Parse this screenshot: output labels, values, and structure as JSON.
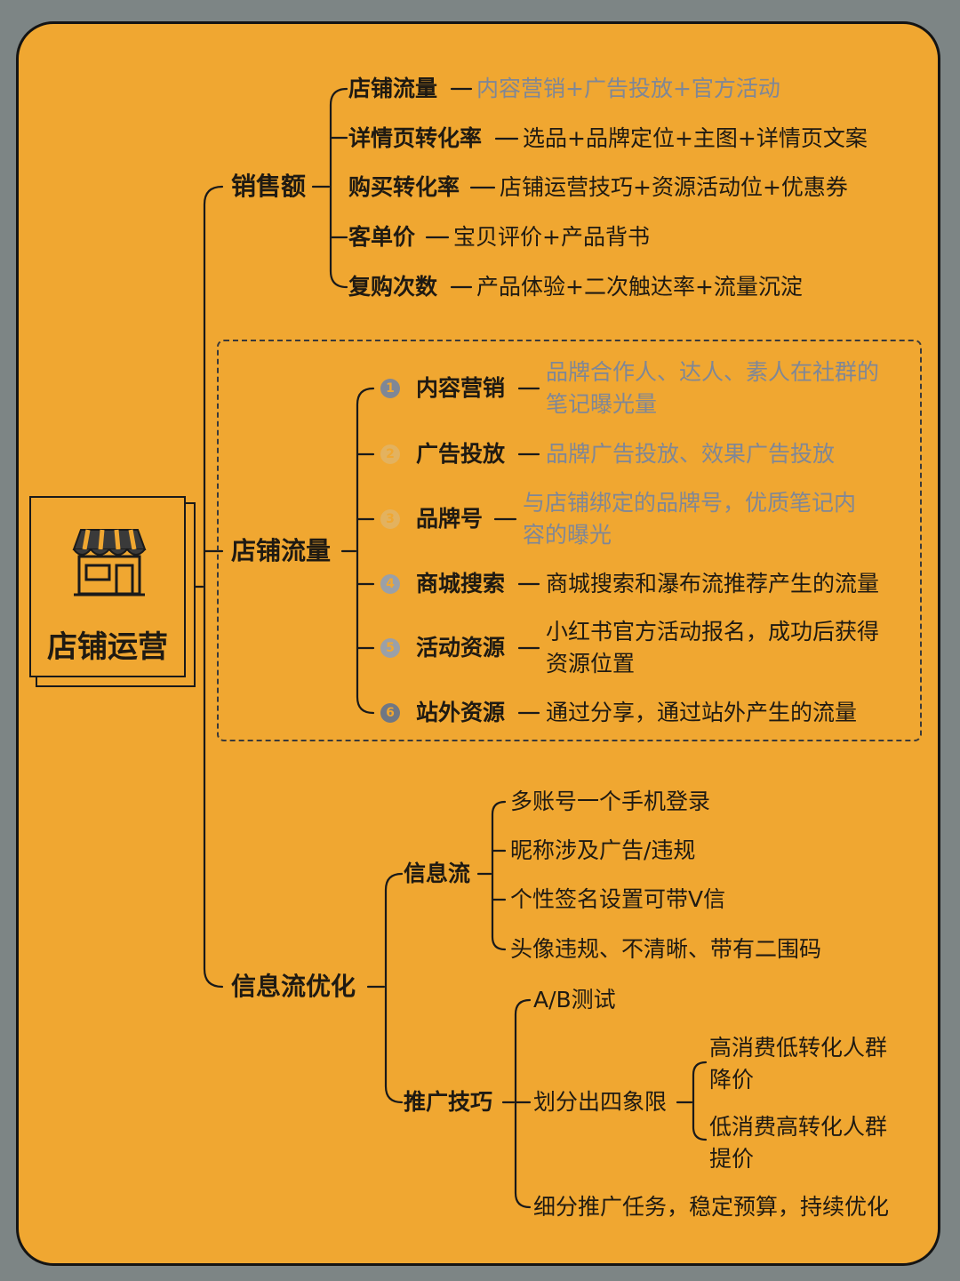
{
  "root": {
    "title": "店铺运营",
    "icon": "shop-icon"
  },
  "sales": {
    "title": "销售额",
    "items": [
      {
        "label": "店铺流量",
        "desc": "内容营销+广告投放+官方活动"
      },
      {
        "label": "详情页转化率",
        "desc": "选品+品牌定位+主图+详情页文案"
      },
      {
        "label": "购买转化率",
        "desc": "店铺运营技巧+资源活动位+优惠券"
      },
      {
        "label": "客单价",
        "desc": "宝贝评价+产品背书"
      },
      {
        "label": "复购次数",
        "desc": "产品体验+二次触达率+流量沉淀"
      }
    ]
  },
  "traffic": {
    "title": "店铺流量",
    "items": [
      {
        "num": "1",
        "label": "内容营销",
        "desc_1": "品牌合作人、达人、素人在社群的",
        "desc_2": "笔记曝光量"
      },
      {
        "num": "2",
        "label": "广告投放",
        "desc_1": "品牌广告投放、效果广告投放"
      },
      {
        "num": "3",
        "label": "品牌号",
        "desc_1": "与店铺绑定的品牌号，优质笔记内",
        "desc_2": "容的曝光"
      },
      {
        "num": "4",
        "label": "商城搜索",
        "desc_1": "商城搜索和瀑布流推荐产生的流量"
      },
      {
        "num": "5",
        "label": "活动资源",
        "desc_1": "小红书官方活动报名，成功后获得",
        "desc_2": "资源位置"
      },
      {
        "num": "6",
        "label": "站外资源",
        "desc_1": "通过分享，通过站外产生的流量"
      }
    ]
  },
  "feed": {
    "title": "信息流优化",
    "info": {
      "title": "信息流",
      "items": [
        "多账号一个手机登录",
        "昵称涉及广告/违规",
        "个性签名设置可带V信",
        "头像违规、不清晰、带有二围码"
      ]
    },
    "promo": {
      "title": "推广技巧",
      "ab": "A/B测试",
      "quad": {
        "label": "划分出四象限",
        "a_1": "高消费低转化人群",
        "a_2": "降价",
        "b_1": "低消费高转化人群",
        "b_2": "提价"
      },
      "last": "细分推广任务，稳定预算，持续优化"
    }
  },
  "colors": {
    "background": "#7d8585",
    "card": "#f0a731",
    "desc_gray": "#7f8796",
    "line": "#1a1a1a"
  }
}
